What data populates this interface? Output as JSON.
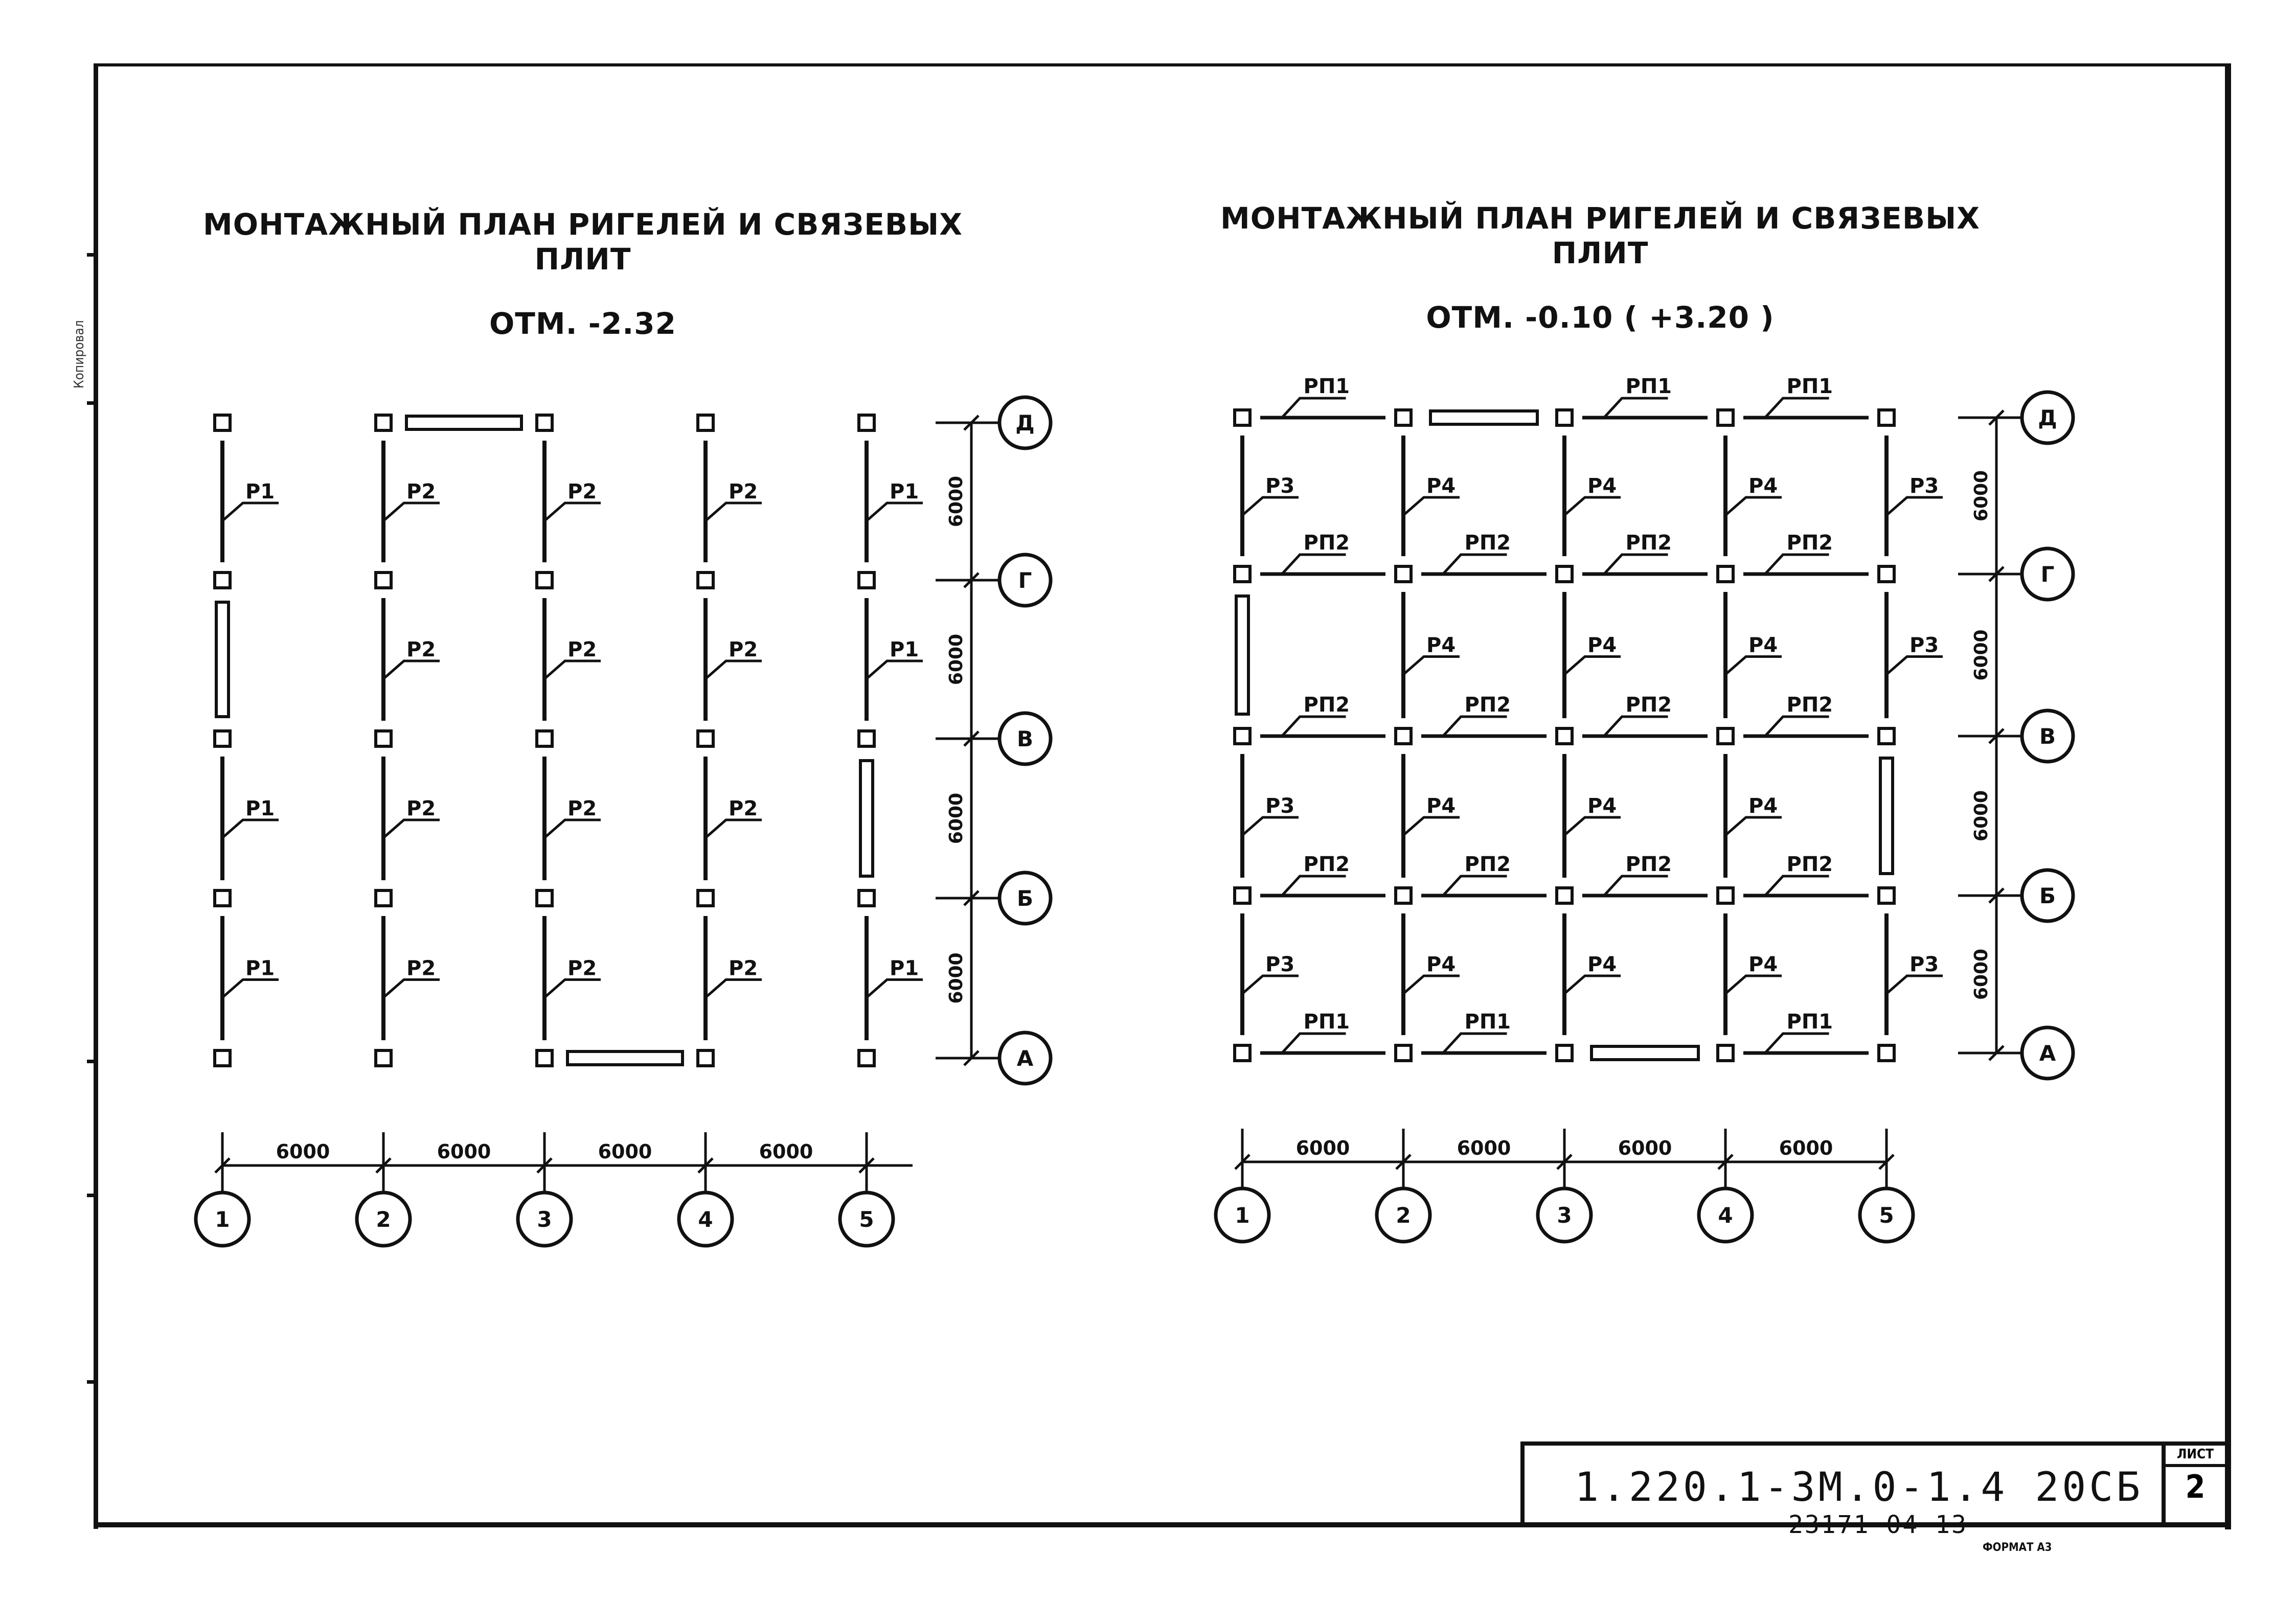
{
  "left_plan": {
    "title": "МОНТАЖНЫЙ ПЛАН РИГЕЛЕЙ И СВЯЗЕВЫХ ПЛИТ",
    "subtitle": "ОТМ. -2.32",
    "row_axes": [
      "Д",
      "Г",
      "В",
      "Б",
      "А"
    ],
    "col_axes": [
      "1",
      "2",
      "3",
      "4",
      "5"
    ],
    "spacing": "6000",
    "rows": [
      [
        "Р1",
        "Р2",
        "Р2",
        "Р2",
        "Р1"
      ],
      [
        "",
        "Р2",
        "Р2",
        "Р2",
        "Р1"
      ],
      [
        "Р1",
        "Р2",
        "Р2",
        "Р2",
        ""
      ],
      [
        "Р1",
        "Р2",
        "Р2",
        "Р2",
        "Р1"
      ]
    ]
  },
  "right_plan": {
    "title": "МОНТАЖНЫЙ ПЛАН РИГЕЛЕЙ И СВЯЗЕВЫХ ПЛИТ",
    "subtitle": "ОТМ. -0.10 ( +3.20 )",
    "row_axes": [
      "Д",
      "Г",
      "В",
      "Б",
      "А"
    ],
    "col_axes": [
      "1",
      "2",
      "3",
      "4",
      "5"
    ],
    "spacing": "6000",
    "rows": [
      [
        "Р3",
        "Р4",
        "Р4",
        "Р4",
        "Р3"
      ],
      [
        "",
        "Р4",
        "Р4",
        "Р4",
        "Р3"
      ],
      [
        "Р3",
        "Р4",
        "Р4",
        "Р4",
        ""
      ],
      [
        "Р3",
        "Р4",
        "Р4",
        "Р4",
        "Р3"
      ]
    ],
    "slabs": [
      [
        "РП1",
        "",
        "РП1",
        "РП1"
      ],
      [
        "РП2",
        "РП2",
        "РП2",
        "РП2"
      ],
      [
        "РП2",
        "РП2",
        "РП2",
        "РП2"
      ],
      [
        "РП2",
        "РП2",
        "РП2",
        "РП2"
      ],
      [
        "РП1",
        "РП1",
        "",
        "РП1"
      ]
    ]
  },
  "title_block": {
    "code": "1.220.1-3М.0-1.4 20СБ",
    "sheet_label": "ЛИСТ",
    "sheet_number": "2",
    "inventory_number": "23171-04 13",
    "format": "ФОРМАТ А3"
  },
  "margin_note": "Копировал"
}
